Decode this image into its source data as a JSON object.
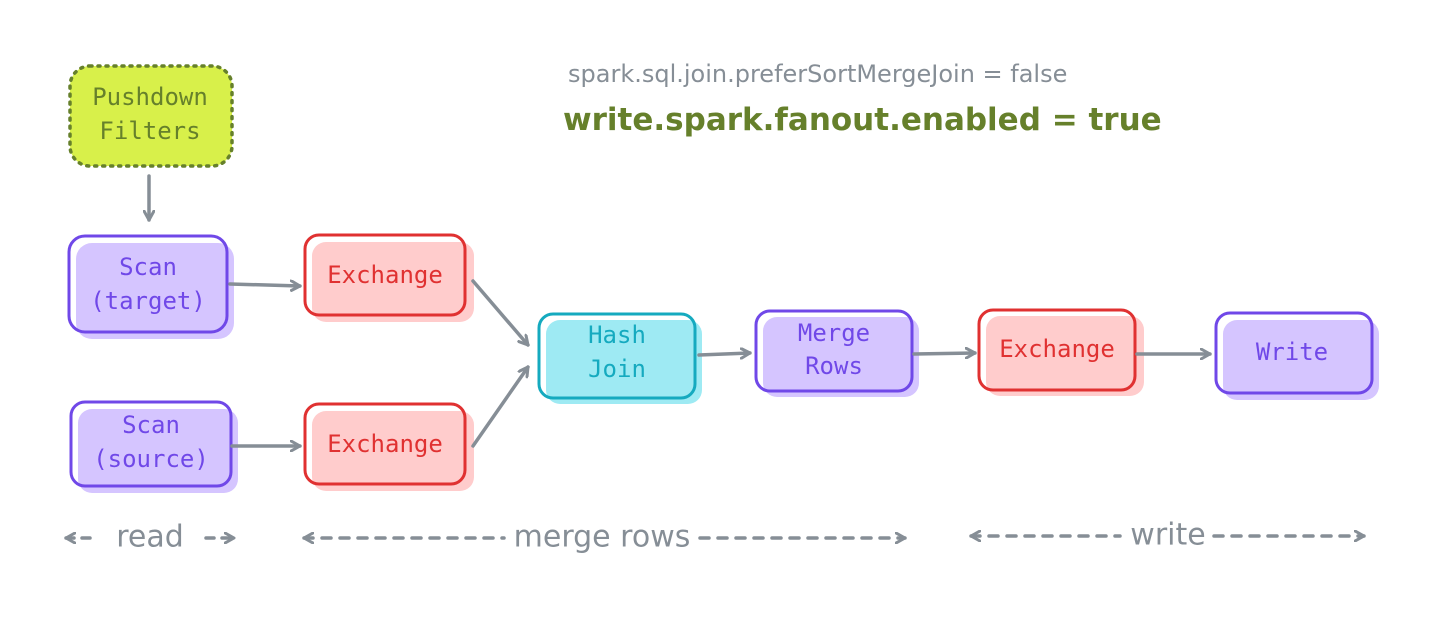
{
  "config": {
    "line1": "spark.sql.join.preferSortMergeJoin = false",
    "line2": "write.spark.fanout.enabled = true"
  },
  "nodes": {
    "pushdown": {
      "line1": "Pushdown",
      "line2": "Filters"
    },
    "scan_target": {
      "line1": "Scan",
      "line2": "(target)"
    },
    "scan_source": {
      "line1": "Scan",
      "line2": "(source)"
    },
    "exchange_top": {
      "label": "Exchange"
    },
    "exchange_bottom": {
      "label": "Exchange"
    },
    "hash_join": {
      "line1": "Hash",
      "line2": "Join"
    },
    "merge_rows": {
      "line1": "Merge",
      "line2": "Rows"
    },
    "exchange_write": {
      "label": "Exchange"
    },
    "write": {
      "label": "Write"
    }
  },
  "sections": {
    "read": "read",
    "merge": "merge rows",
    "write": "write"
  },
  "colors": {
    "purple_fill": "#d0bfff",
    "purple_stroke": "#7048e8",
    "purple_text": "#7048e8",
    "red_fill": "#ffc9c9",
    "red_stroke": "#e03131",
    "red_text": "#e03131",
    "cyan_fill": "#99e9f2",
    "cyan_stroke": "#15aabf",
    "cyan_text": "#15aabf",
    "green_fill": "#d8f04a",
    "green_stroke": "#66802b",
    "green_text": "#66802b",
    "arrow": "#868e96"
  }
}
